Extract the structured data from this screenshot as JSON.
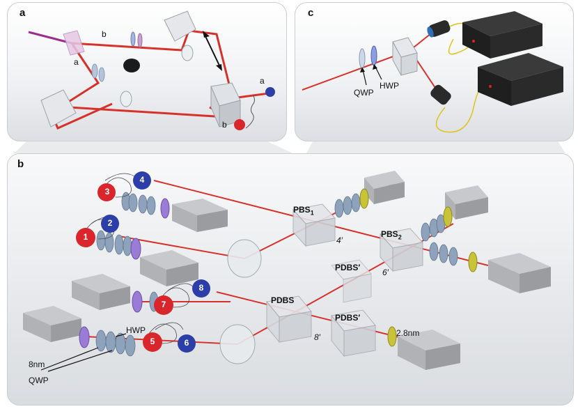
{
  "panels": {
    "a": {
      "label": "a",
      "path_a": "a",
      "path_b": "b",
      "out_a": "a",
      "out_b": "b"
    },
    "c": {
      "label": "c",
      "qwp": "QWP",
      "hwp": "HWP"
    },
    "b": {
      "label": "b",
      "pbs1": "PBS",
      "pbs1_sub": "1",
      "pbs2": "PBS",
      "pbs2_sub": "2",
      "pdbs": "PDBS",
      "pdbs_prime_top": "PDBS′",
      "pdbs_prime_bottom": "PDBS′",
      "port4": "4′",
      "port6": "6′",
      "port8": "8′",
      "filter_right": "2.8nm",
      "filter_left": "8nm",
      "hwp": "HWP",
      "qwp": "QWP",
      "photons": [
        "1",
        "2",
        "3",
        "4",
        "5",
        "6",
        "7",
        "8"
      ]
    }
  },
  "colors": {
    "laser": "#d6322b",
    "pump": "#9b2d8f",
    "photon_red": "#d9262d",
    "photon_blue": "#2c3fa8",
    "waveplate": "#7f9bb8",
    "filter_yellow": "#c9c33a",
    "filter_purple": "#9a7bd6",
    "detector": "#a7a9ad"
  }
}
